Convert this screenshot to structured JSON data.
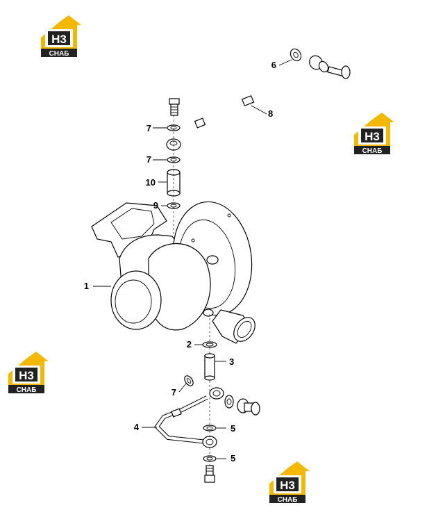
{
  "watermark": {
    "badge_text": "H3",
    "sub_text": "СНАБ",
    "colors": {
      "yellow": "#f5b800",
      "dark": "#222222",
      "white": "#ffffff"
    }
  },
  "callouts": {
    "c1": "1",
    "c2": "2",
    "c3": "3",
    "c4": "4",
    "c5a": "5",
    "c5b": "5",
    "c6": "6",
    "c7a": "7",
    "c7b": "7",
    "c7c": "7",
    "c8": "8",
    "c9": "9",
    "c10": "10"
  }
}
